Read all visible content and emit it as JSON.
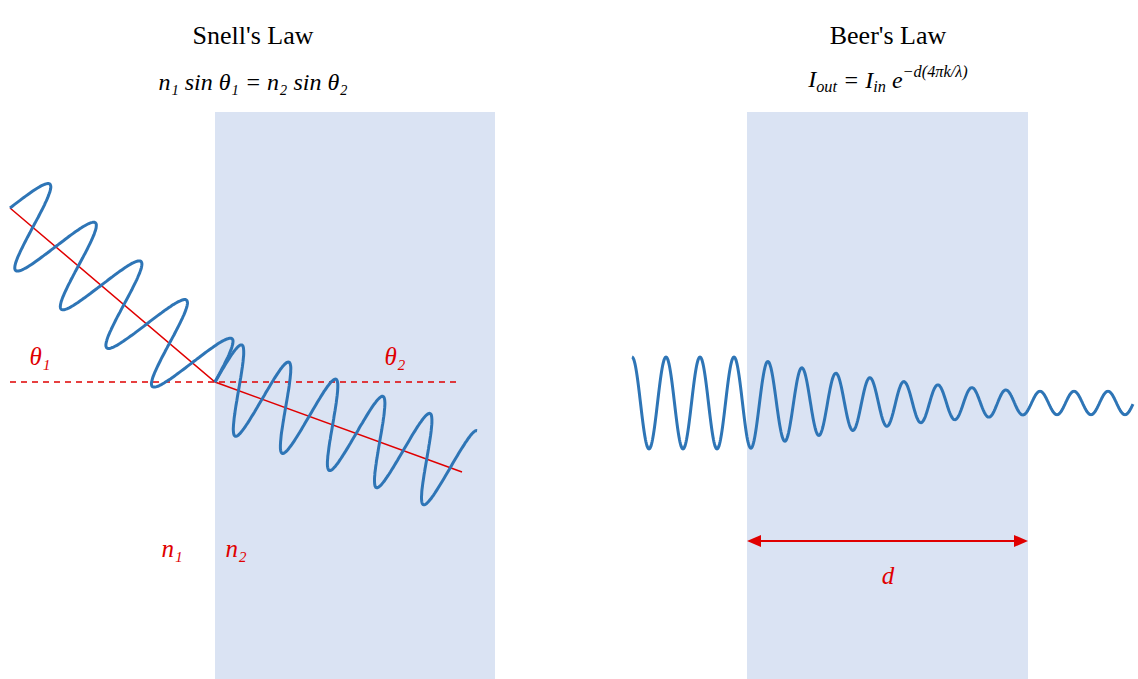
{
  "diagram": {
    "labels": [
      "Snell's Law",
      "n₁ sin θ₁ = n₂ sin θ₂",
      "θ₁",
      "θ₂",
      "n₁",
      "n₂",
      "Beer's Law",
      "I",
      "out",
      "= I",
      "in",
      "e",
      "−d(4πk/λ)",
      "d"
    ]
  }
}
